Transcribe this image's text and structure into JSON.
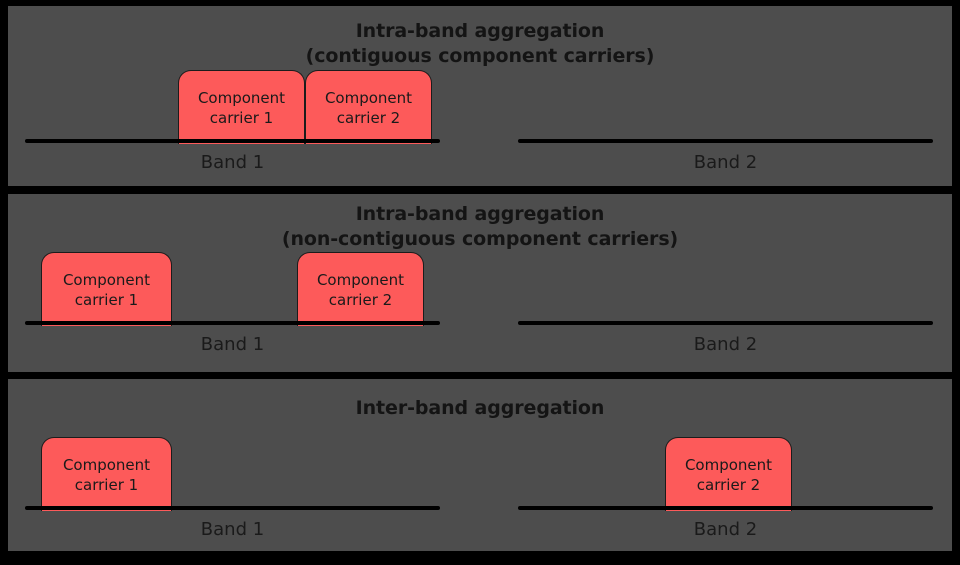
{
  "figure": {
    "name": "carrier-aggregation-types",
    "background_color": "#000000",
    "panel_color": "#4d4d4d",
    "carrier_color": "#fd5a5a",
    "line_color": "#000000",
    "text_color": "#1a1a1a"
  },
  "panels": [
    {
      "id": "intra-band-contiguous",
      "title_line1": "Intra-band aggregation",
      "title_line2": "(contiguous component carriers)",
      "bands": [
        {
          "label": "Band 1"
        },
        {
          "label": "Band 2"
        }
      ],
      "carriers": [
        {
          "line1": "Component",
          "line2": "carrier 1",
          "band": "Band 1"
        },
        {
          "line1": "Component",
          "line2": "carrier 2",
          "band": "Band 1"
        }
      ]
    },
    {
      "id": "intra-band-non-contiguous",
      "title_line1": "Intra-band aggregation",
      "title_line2": "(non-contiguous component carriers)",
      "bands": [
        {
          "label": "Band 1"
        },
        {
          "label": "Band 2"
        }
      ],
      "carriers": [
        {
          "line1": "Component",
          "line2": "carrier 1",
          "band": "Band 1"
        },
        {
          "line1": "Component",
          "line2": "carrier 2",
          "band": "Band 1"
        }
      ]
    },
    {
      "id": "inter-band",
      "title_line1": "Inter-band aggregation",
      "title_line2": "",
      "bands": [
        {
          "label": "Band 1"
        },
        {
          "label": "Band 2"
        }
      ],
      "carriers": [
        {
          "line1": "Component",
          "line2": "carrier 1",
          "band": "Band 1"
        },
        {
          "line1": "Component",
          "line2": "carrier 2",
          "band": "Band 2"
        }
      ]
    }
  ]
}
